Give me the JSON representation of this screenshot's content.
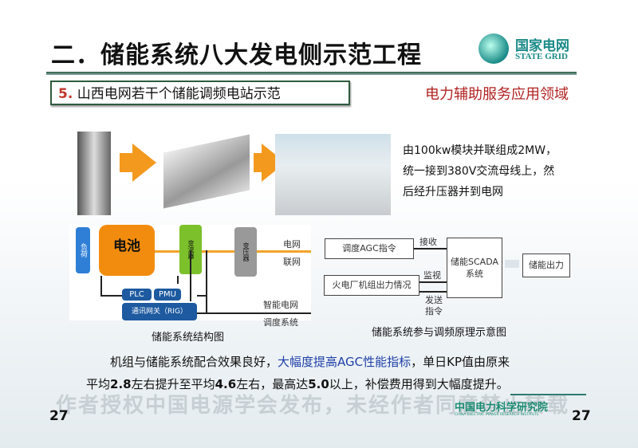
{
  "title": "二．储能系统八大发电侧示范工程",
  "logo": {
    "cn": "国家电网",
    "en": "STATE GRID"
  },
  "subtitle": {
    "number": "5.",
    "text": "山西电网若干个储能调频电站示范"
  },
  "category": "电力辅助服务应用领域",
  "description": [
    "由100kw模块并联组成2MW，",
    "统一接到380V交流母线上，然",
    "后经升压器并到电网"
  ],
  "structure_diagram": {
    "load": "负荷",
    "battery": "电池",
    "converter": "变流器",
    "transformer": "变压器",
    "grid1": "电网",
    "grid2": "联网",
    "plc": "PLC",
    "pmu": "PMU",
    "gateway": "通讯网关（RIG）",
    "dispatch1": "智能电网",
    "dispatch2": "调度系统",
    "caption": "储能系统结构图"
  },
  "principle_diagram": {
    "agc": "调度AGC指令",
    "receive": "接收",
    "scada": "储能SCADA系统",
    "output": "储能出力",
    "plant": "火电厂机组出力情况",
    "monitor": "监视",
    "send1": "发送",
    "send2": "指令",
    "caption": "储能系统参与调频原理示意图"
  },
  "body": {
    "p1a": "机组与储能系统配合效果良好，",
    "p1b": "大幅度提高AGC性能指标",
    "p1c": "，单日KP值由原来",
    "p2a": "平均",
    "v1": "2.8",
    "p2b": "左右提升至平均",
    "v2": "4.6",
    "p2c": "左右，最高达",
    "v3": "5.0",
    "p2d": "以上，补偿费用得到大幅度提升。"
  },
  "watermark": "作者授权中国电源学会发布，未经作者同意禁止转载",
  "footer": {
    "institute_cn": "中国电力科学研究院",
    "institute_en": "CHINA ELECTRIC POWER RESEARCH INSTITUTE",
    "page_left": "27",
    "page_right": "27"
  }
}
